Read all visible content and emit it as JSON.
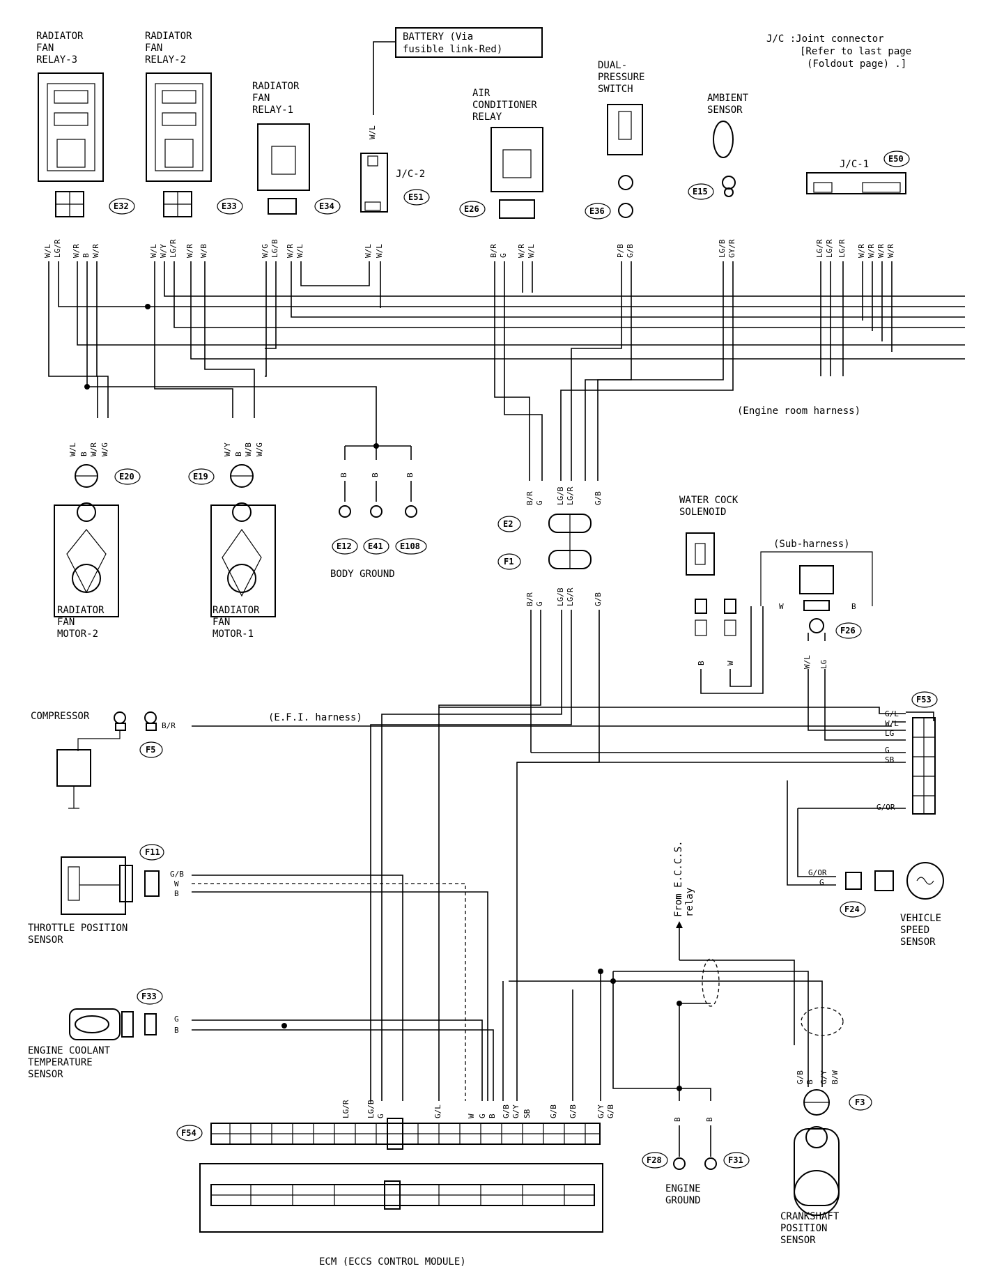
{
  "jc_note": [
    "J/C :Joint connector",
    "[Refer to last page",
    "(Foldout page) .]"
  ],
  "battery": [
    "BATTERY  (Via",
    "fusible link-Red)"
  ],
  "components": {
    "relay3": [
      "RADIATOR",
      "FAN",
      "RELAY-3"
    ],
    "relay2": [
      "RADIATOR",
      "FAN",
      "RELAY-2"
    ],
    "relay1": [
      "RADIATOR",
      "FAN",
      "RELAY-1"
    ],
    "ac_relay": [
      "AIR",
      "CONDITIONER",
      "RELAY"
    ],
    "dual_switch": [
      "DUAL-",
      "PRESSURE",
      "SWITCH"
    ],
    "ambient": [
      "AMBIENT",
      "SENSOR"
    ],
    "jc1": "J/C-1",
    "jc2": "J/C-2",
    "fan_motor2": [
      "RADIATOR",
      "FAN",
      "MOTOR-2"
    ],
    "fan_motor1": [
      "RADIATOR",
      "FAN",
      "MOTOR-1"
    ],
    "body_ground": "BODY GROUND",
    "water_cock": [
      "WATER COCK",
      "SOLENOID"
    ],
    "compressor": "COMPRESSOR",
    "throttle": [
      "THROTTLE POSITION",
      "SENSOR"
    ],
    "coolant": [
      "ENGINE COOLANT",
      "TEMPERATURE",
      "SENSOR"
    ],
    "vehicle_speed": [
      "VEHICLE",
      "SPEED",
      "SENSOR"
    ],
    "engine_ground": [
      "ENGINE",
      "GROUND"
    ],
    "crankshaft": [
      "CRANKSHAFT",
      "POSITION",
      "SENSOR"
    ],
    "ecm": "ECM  (ECCS CONTROL MODULE)",
    "from_eccs": [
      "From E.C.C.S.",
      "relay"
    ]
  },
  "harness": {
    "engine_room": "(Engine room harness)",
    "efi": "(E.F.I. harness)",
    "sub": "(Sub-harness)"
  },
  "connectors": [
    "E32",
    "E33",
    "E34",
    "E51",
    "E26",
    "E36",
    "E15",
    "E50",
    "E20",
    "E19",
    "E12",
    "E41",
    "E108",
    "E2",
    "F1",
    "F26",
    "F53",
    "F5",
    "F11",
    "F24",
    "F33",
    "F3",
    "F54",
    "F28",
    "F31"
  ],
  "wire_colors": {
    "relay3": [
      "W/L",
      "LG/R",
      "W/R",
      "B",
      "W/R"
    ],
    "relay2": [
      "W/L",
      "W/Y",
      "LG/R",
      "W/R",
      "W/B"
    ],
    "relay1": [
      "W/G",
      "LG/B",
      "W/R",
      "W/L"
    ],
    "jc2": [
      "W/L",
      "W/L"
    ],
    "battery": "W/L",
    "ac_relay": [
      "B/R",
      "G",
      "W/R",
      "W/L"
    ],
    "dual": [
      "P/B",
      "G/B"
    ],
    "ambient": [
      "LG/B",
      "GY/R"
    ],
    "jc1": [
      "LG/R",
      "LG/R",
      "LG/R",
      "W/R",
      "W/R",
      "W/R",
      "W/R"
    ],
    "motor2": [
      "W/L",
      "B",
      "W/R",
      "W/G"
    ],
    "motor1": [
      "W/Y",
      "B",
      "W/B",
      "W/G"
    ],
    "ground": [
      "B",
      "B",
      "B"
    ],
    "e2": [
      "B/R",
      "G",
      "LG/B",
      "LG/R",
      "G/B"
    ],
    "f1": [
      "B/R",
      "G",
      "LG/B",
      "LG/R",
      "G/B"
    ],
    "water_cock": [
      "B",
      "W"
    ],
    "water_cock_sub": [
      "W",
      "B"
    ],
    "f26": [
      "W/L",
      "LG"
    ],
    "f53": [
      "G/L",
      "W/L",
      "LG",
      "G",
      "SB",
      "G/OR"
    ],
    "compressor": "B/R",
    "throttle": [
      "G/B",
      "W",
      "B"
    ],
    "coolant": [
      "G",
      "B"
    ],
    "vss": [
      "G/OR",
      "G"
    ],
    "f3": [
      "G/B",
      "B",
      "G/Y",
      "B/W"
    ],
    "engine_ground": [
      "B",
      "B"
    ],
    "ecm": [
      "LG/R",
      "LG/B",
      "G",
      "G/L",
      "W",
      "G",
      "B",
      "G/B",
      "G/Y",
      "SB",
      "G/B",
      "G/B",
      "G/Y",
      "G/B"
    ]
  }
}
